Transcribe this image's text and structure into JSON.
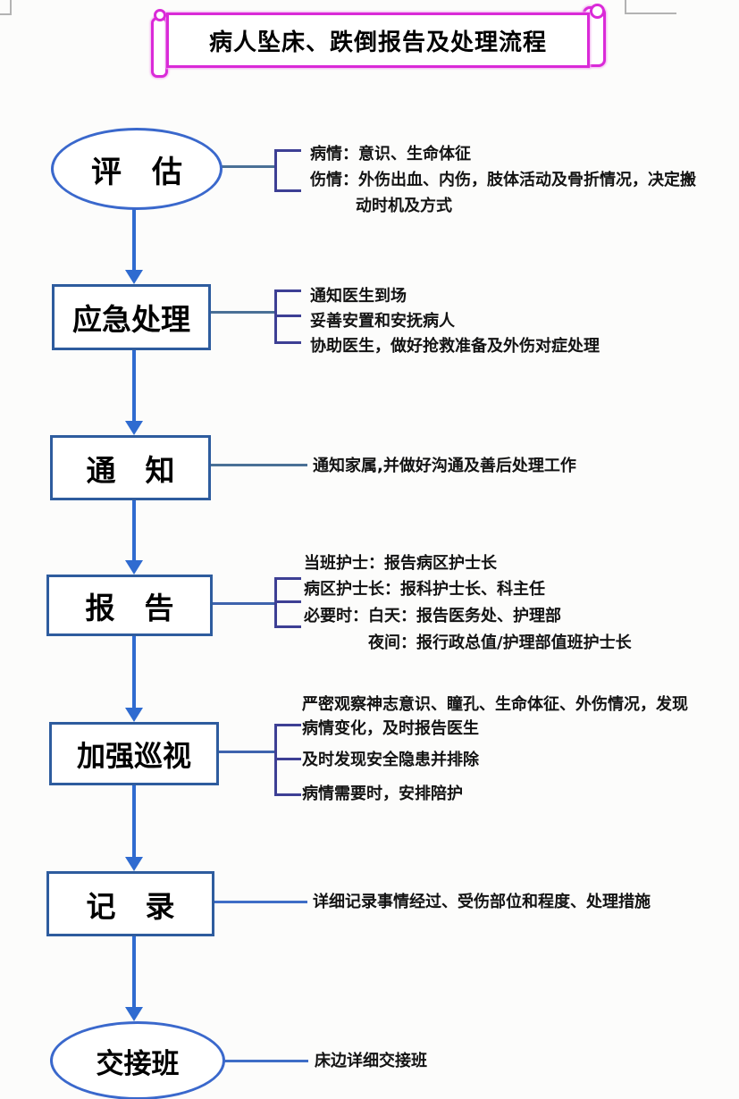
{
  "title": "病人坠床、跌倒报告及处理流程",
  "colors": {
    "banner_outline": "#da2ad8",
    "rect_outline": "#2e5c9e",
    "ellipse_outline": "#3a68cc",
    "arrow": "#2f6bd0",
    "connector": "#4a7096",
    "bracket": "#3d3f94",
    "text": "#131313"
  },
  "shapes": {
    "assess": "评　估",
    "emergency": "应急处理",
    "notify": "通　知",
    "report": "报　告",
    "patrol": "加强巡视",
    "record": "记　录",
    "handover": "交接班"
  },
  "annotations": {
    "assess": {
      "line1": "病情：意识、生命体征",
      "line2": "伤情：外伤出血、内伤，肢体活动及骨折情况，决定搬",
      "line3": "动时机及方式"
    },
    "emergency": {
      "line1": "通知医生到场",
      "line2": "妥善安置和安抚病人",
      "line3": "协助医生，做好抢救准备及外伤对症处理"
    },
    "notify": {
      "line1": "通知家属,并做好沟通及善后处理工作"
    },
    "report": {
      "line1": "当班护士：报告病区护士长",
      "line2": "病区护士长：报科护士长、科主任",
      "line3": "必要时：白天：报告医务处、护理部",
      "line4": "夜间：报行政总值/护理部值班护士长"
    },
    "patrol": {
      "line1": "严密观察神志意识、瞳孔、生命体征、外伤情况，发现",
      "line2": "病情变化，及时报告医生",
      "line3": "及时发现安全隐患并排除",
      "line4": "病情需要时，安排陪护"
    },
    "record": {
      "line1": "详细记录事情经过、受伤部位和程度、处理措施"
    },
    "handover": {
      "line1": "床边详细交接班"
    }
  }
}
